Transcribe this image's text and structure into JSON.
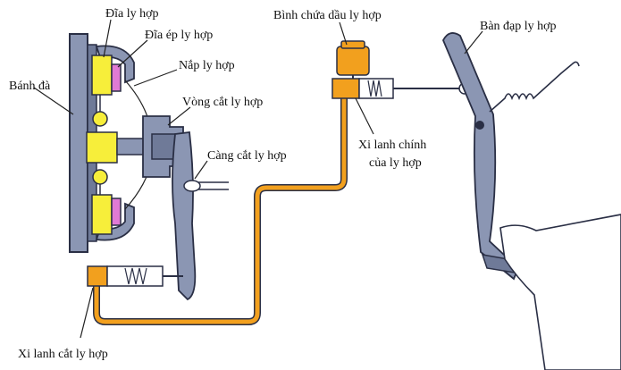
{
  "labels": {
    "dia_ly_hop": "Đĩa ly hợp",
    "dia_ep_ly_hop": "Đĩa ép ly hợp",
    "nap_ly_hop": "Nắp ly hợp",
    "banh_da": "Bánh đà",
    "vong_cat_ly_hop": "Vòng cắt ly hợp",
    "cang_cat_ly_hop": "Càng cắt ly hợp",
    "binh_chua_dau_ly_hop": "Bình chứa dầu ly hợp",
    "ban_dap_ly_hop": "Bàn đạp ly hợp",
    "xi_lanh_chinh_line1": "Xi lanh chính",
    "xi_lanh_chinh_line2": "của ly hợp",
    "xi_lanh_cat_ly_hop": "Xi lanh cắt ly hợp"
  },
  "colors": {
    "hydraulic_line": "#f2a01e",
    "reservoir": "#f2a01e",
    "metal": "#8b96b3",
    "metal_dark": "#5a6587",
    "disc": "#f7ee3a",
    "pressure_plate": "#e07ad4",
    "outline": "#2a2f45"
  }
}
